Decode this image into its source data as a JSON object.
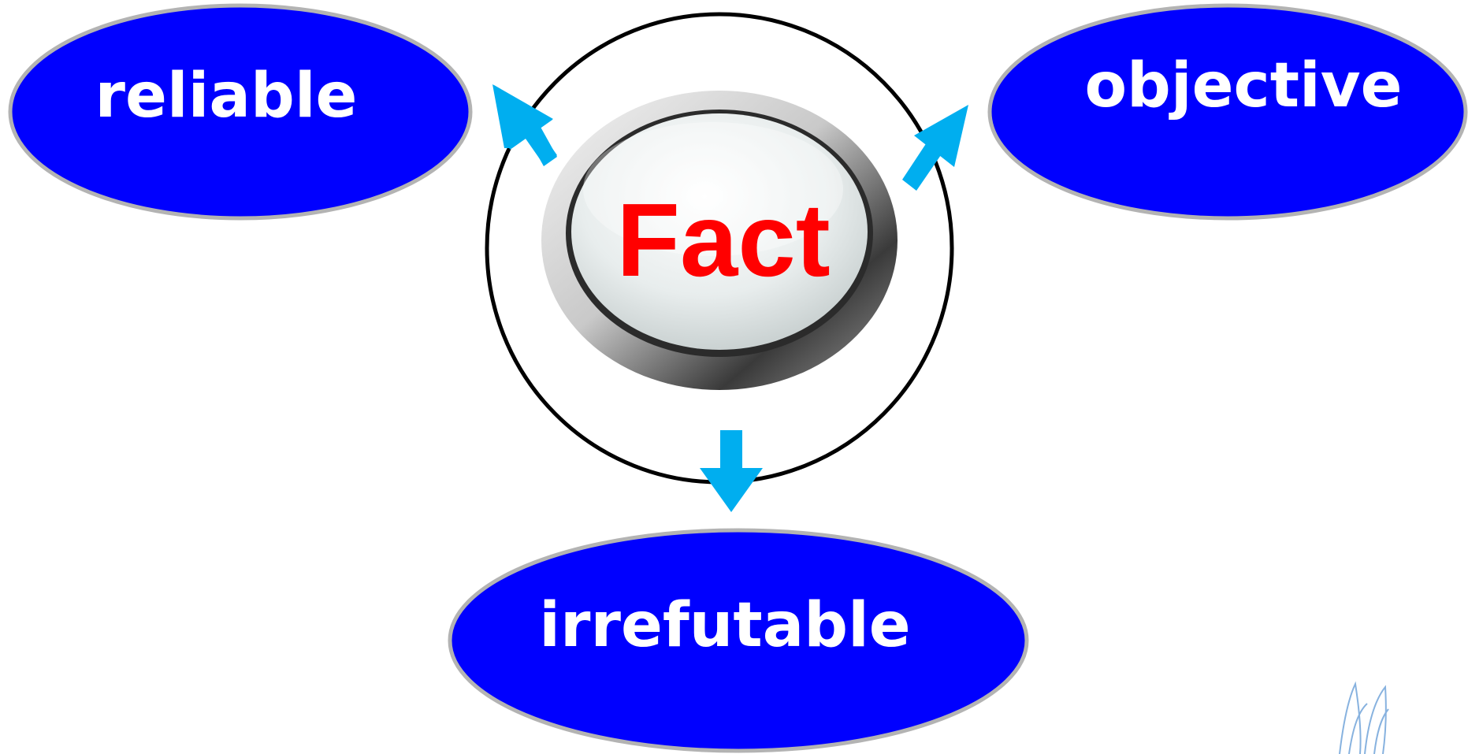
{
  "diagram": {
    "center": {
      "label": "Fact",
      "label_color": "#ff0000"
    },
    "nodes": [
      {
        "id": "reliable",
        "label": "reliable"
      },
      {
        "id": "objective",
        "label": "objective"
      },
      {
        "id": "irrefutable",
        "label": "irrefutable"
      }
    ],
    "colors": {
      "node_fill": "#0000ff",
      "node_text": "#ffffff",
      "arrow": "#00aeef",
      "ring": "#000000"
    }
  }
}
